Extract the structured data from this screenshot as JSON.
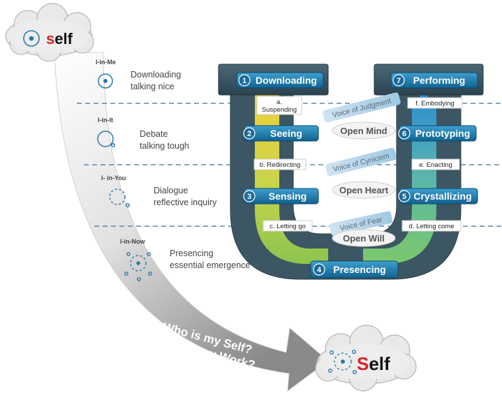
{
  "left_levels": [
    {
      "tag": "I-in-Me",
      "line1": "Downloading",
      "line2": "talking nice",
      "icon": "single-small-circle-icon"
    },
    {
      "tag": "I-in-It",
      "line1": "Debate",
      "line2": "talking tough",
      "icon": "open-circle-icon"
    },
    {
      "tag": "I- in-You",
      "line1": "Dialogue",
      "line2": "reflective inquiry",
      "icon": "dashed-circle-icon"
    },
    {
      "tag": "I-in-Now",
      "line1": "Presencing",
      "line2": "essential emergence",
      "icon": "dotted-ring-icon"
    }
  ],
  "self_top": {
    "accent": "s",
    "rest": "elf"
  },
  "self_bottom": {
    "accent": "S",
    "rest": "elf"
  },
  "stages": {
    "downloading": {
      "num": "1",
      "label": "Downloading"
    },
    "seeing": {
      "num": "2",
      "label": "Seeing"
    },
    "sensing": {
      "num": "3",
      "label": "Sensing"
    },
    "presencing": {
      "num": "4",
      "label": "Presencing"
    },
    "crystallizing": {
      "num": "5",
      "label": "Crystallizing"
    },
    "prototyping": {
      "num": "6",
      "label": "Prototyping"
    },
    "performing": {
      "num": "7",
      "label": "Performing"
    }
  },
  "transitions": {
    "a_line1": "a.",
    "a_line2": "Suspending",
    "b": "b. Redirecting",
    "c": "c. Letting go",
    "d": "d. Letting come",
    "e": "e. Enacting",
    "f": "f. Embodying"
  },
  "voices": {
    "judgment": "Voice of Judgment",
    "cynicism": "Voice of Cynicism",
    "fear": "Voice of Fear"
  },
  "opens": {
    "mind": "Open Mind",
    "heart": "Open Heart",
    "will": "Open Will"
  },
  "question": {
    "line1": "Who is my Self?",
    "line2": "What is my Work?"
  },
  "colors": {
    "accent_red": "#d9232a",
    "box_blue": "#1f7fb0",
    "u_dark": "#3d5663",
    "level_line": "#5d89a6"
  }
}
